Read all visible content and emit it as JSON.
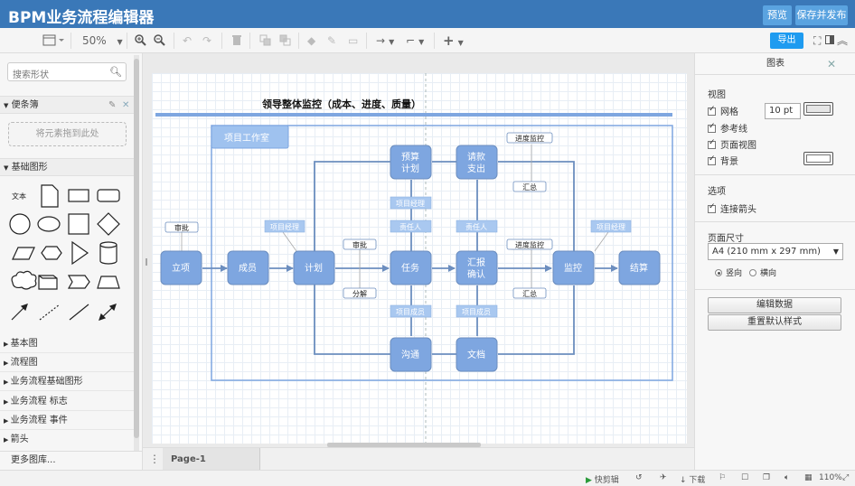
{
  "app": {
    "title": "BPM业务流程编辑器",
    "preview_label": "预览",
    "save_publish_label": "保存并发布"
  },
  "toolbar": {
    "zoom": "50%",
    "export_label": "导出"
  },
  "sidebar": {
    "search_placeholder": "搜索形状",
    "scratchpad_label": "便条簿",
    "dropzone_label": "将元素拖到此处",
    "basic_shapes_label": "基础图形",
    "text_shape_label": "文本",
    "categories": [
      "基本图",
      "流程图",
      "业务流程基础图形",
      "业务流程 标志",
      "业务流程 事件",
      "箭头"
    ],
    "more_libraries": "更多图库..."
  },
  "diagram": {
    "title": "领导整体监控（成本、进度、质量）",
    "container_label": "项目工作室",
    "nodes": {
      "lixiang": "立项",
      "chengyuan": "成员",
      "jihua": "计划",
      "yusuan_1": "预算",
      "yusuan_2": "计划",
      "qingkuan_1": "请款",
      "qingkuan_2": "支出",
      "renwu": "任务",
      "huibao_1": "汇报",
      "huibao_2": "确认",
      "jiankong": "监控",
      "jiesuan": "结算",
      "goutong": "沟通",
      "wendang": "文档"
    },
    "labels": {
      "shenpi_1": "审批",
      "xiangmujingli_1": "项目经理",
      "xiangmujingli_2": "项目经理",
      "xiangmujingli_3": "项目经理",
      "shenpi_2": "审批",
      "fenjie": "分解",
      "zerenren_1": "责任人",
      "zerenren_2": "责任人",
      "jindujiankong_1": "进度监控",
      "jindujiankong_2": "进度监控",
      "huizong_1": "汇总",
      "huizong_2": "汇总",
      "xiangmuchengyuan_1": "项目成员",
      "xiangmuchengyuan_2": "项目成员"
    }
  },
  "pages": {
    "tab_label": "Page-1"
  },
  "right_panel": {
    "header": "图表",
    "view_label": "视图",
    "grid_label": "网格",
    "grid_size": "10 pt",
    "guides_label": "参考线",
    "page_view_label": "页面视图",
    "background_label": "背景",
    "options_label": "选项",
    "connection_arrows_label": "连接箭头",
    "page_size_label": "页面尺寸",
    "page_size_value": "A4 (210 mm x 297 mm)",
    "portrait_label": "竖向",
    "landscape_label": "横向",
    "edit_data_label": "编辑数据",
    "reset_style_label": "重置默认样式"
  },
  "statusbar": {
    "clipboard_label": "快剪辑",
    "download_label": "下载",
    "zoom_level": "110%"
  },
  "colors": {
    "title_bar": "#3a78b8",
    "node_fill": "#7ea6e0",
    "node_stroke": "#6c8ebf",
    "connector": "#6c8ebf",
    "export_button": "#1e9bf0"
  }
}
